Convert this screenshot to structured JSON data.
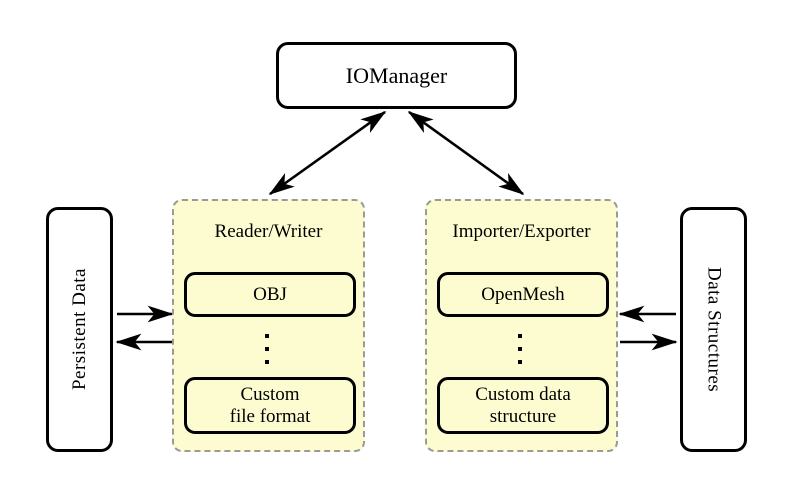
{
  "diagram": {
    "title_node": {
      "label": "IOManager"
    },
    "left_endpoint": {
      "label": "Persistent Data",
      "orientation": "vertical-bottom-to-top"
    },
    "right_endpoint": {
      "label": "Data Structures",
      "orientation": "vertical-top-to-bottom"
    },
    "panels": [
      {
        "id": "reader-writer",
        "title": "Reader/Writer",
        "items": [
          {
            "label": "OBJ",
            "lines": [
              "OBJ"
            ]
          },
          {
            "label": "ellipsis",
            "glyph": "vertical-dots"
          },
          {
            "label": "Custom file format",
            "lines": [
              "Custom",
              "file format"
            ]
          }
        ]
      },
      {
        "id": "importer-exporter",
        "title": "Importer/Exporter",
        "items": [
          {
            "label": "OpenMesh",
            "lines": [
              "OpenMesh"
            ]
          },
          {
            "label": "ellipsis",
            "glyph": "vertical-dots"
          },
          {
            "label": "Custom data structure",
            "lines": [
              "Custom data",
              "structure"
            ]
          }
        ]
      }
    ],
    "connectors": [
      {
        "id": "iomanager-to-reader-writer",
        "style": "double-headed-diagonal"
      },
      {
        "id": "iomanager-to-importer-exporter",
        "style": "double-headed-diagonal"
      },
      {
        "id": "persistent-data-to-reader-writer",
        "style": "single-headed-right"
      },
      {
        "id": "reader-writer-to-persistent-data",
        "style": "single-headed-left"
      },
      {
        "id": "data-structures-to-importer-exporter",
        "style": "single-headed-left"
      },
      {
        "id": "importer-exporter-to-data-structures",
        "style": "single-headed-right"
      }
    ],
    "colors": {
      "panel_fill": "#fcfcd0",
      "panel_border": "#9a9a9a",
      "node_border": "#000000",
      "page_background": "#ffffff",
      "text": "#000000"
    }
  }
}
